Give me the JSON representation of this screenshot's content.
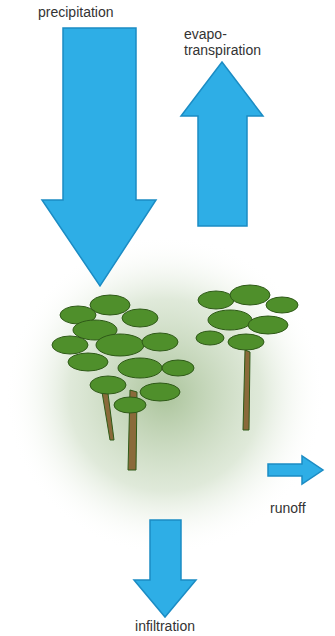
{
  "diagram": {
    "labels": [
      "precipitation",
      "evapo- transpiration",
      "runoff",
      "infiltration"
    ]
  }
}
